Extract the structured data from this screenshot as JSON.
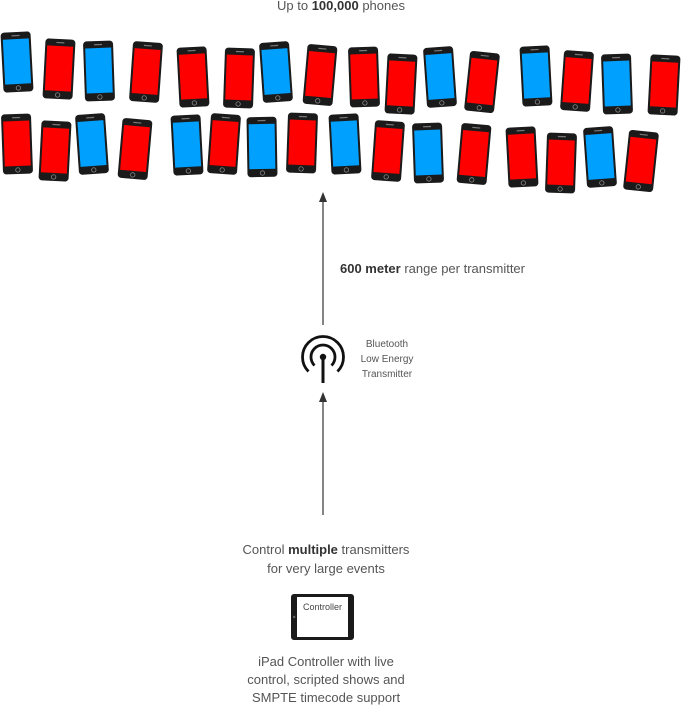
{
  "top_caption": {
    "prefix": "Up to ",
    "bold": "100,000",
    "suffix": " phones"
  },
  "range_caption": {
    "bold": "600 meter",
    "suffix": " range per transmitter"
  },
  "transmitter_label": [
    "Bluetooth",
    "Low Energy",
    "Transmitter"
  ],
  "control_caption": {
    "line1_prefix": "Control ",
    "line1_bold": "multiple",
    "line1_suffix": " transmitters",
    "line2": "for very large events"
  },
  "ipad": {
    "screen_label": "Controller"
  },
  "ipad_caption": [
    "iPad Controller with live",
    "control, scripted shows and",
    "SMPTE timecode support"
  ],
  "colors": {
    "red": "#ff0000",
    "blue": "#00a0ff",
    "phone_body": "#1a1a1a",
    "arrow": "#333333"
  },
  "phones": [
    "blue",
    "red",
    "blue",
    "red",
    "red",
    "red",
    "blue",
    "red",
    "red",
    "red",
    "blue",
    "red",
    "blue",
    "red",
    "blue",
    "red",
    "red",
    "red",
    "blue",
    "red",
    "blue",
    "red",
    "blue",
    "red",
    "blue",
    "red",
    "blue",
    "red",
    "red",
    "red",
    "blue",
    "red"
  ]
}
